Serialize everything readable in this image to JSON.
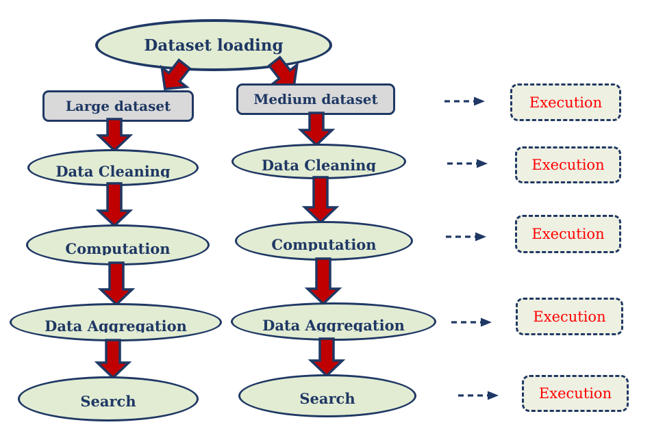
{
  "colors": {
    "navy": "#1f3864",
    "red": "#c00000",
    "node-fill": "#e2ecd3",
    "header-fill": "#d9d9d9",
    "exec-fill": "#eef0e2",
    "exec-text": "#ff0000",
    "label-text": "#1f3864",
    "bg": "#ffffff"
  },
  "root": {
    "label": "Dataset loading"
  },
  "columns": [
    {
      "header": "Large dataset",
      "steps": [
        "Data Cleaning",
        "Computation",
        "Data Aggregation",
        "Search"
      ]
    },
    {
      "header": "Medium dataset",
      "steps": [
        "Data Cleaning",
        "Computation",
        "Data Aggregation",
        "Search"
      ]
    }
  ],
  "executions": [
    {
      "label": "Execution"
    },
    {
      "label": "Execution"
    },
    {
      "label": "Execution"
    },
    {
      "label": "Execution"
    },
    {
      "label": "Execution"
    }
  ]
}
